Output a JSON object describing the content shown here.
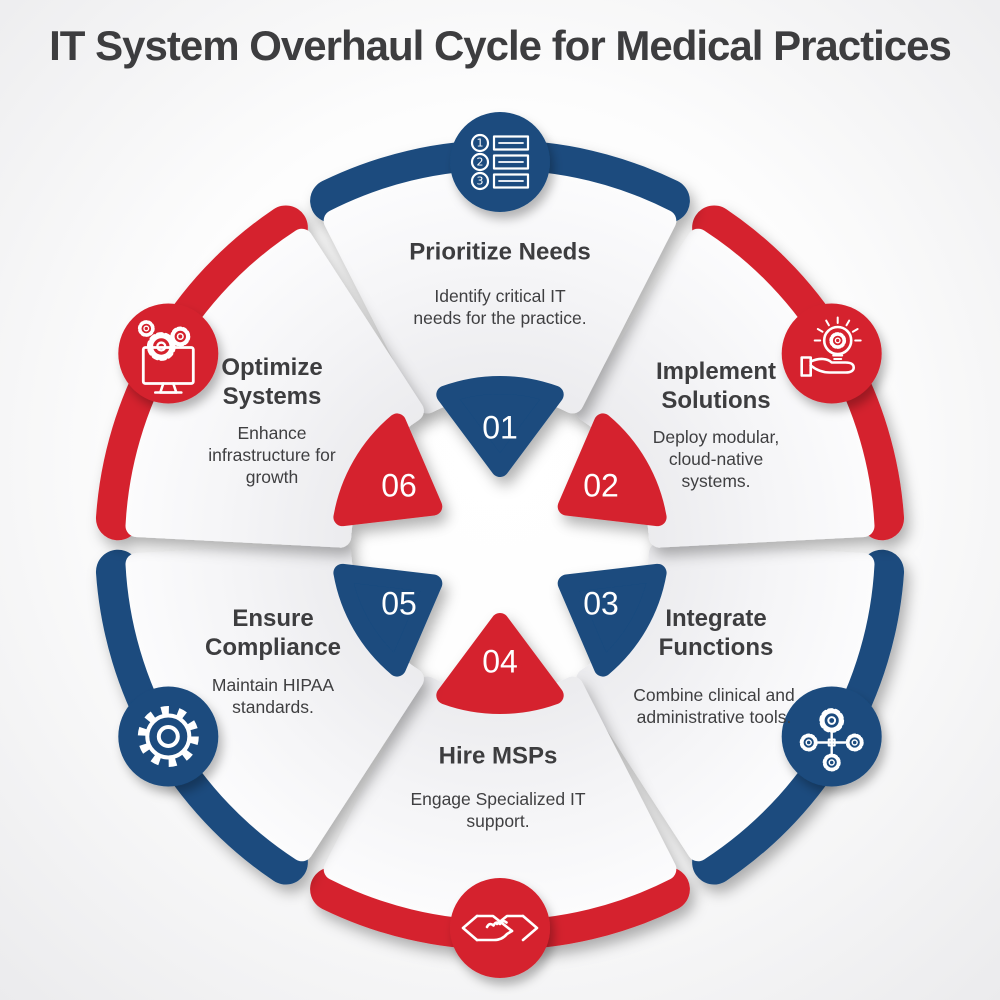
{
  "title": "IT System Overhaul Cycle for Medical Practices",
  "colors": {
    "blue": "#1a4b7e",
    "red": "#d5242e",
    "title_text": "#3d3d3f",
    "body_text": "#3f3f41",
    "card_fill": "#f2f2f4",
    "number_text": "#ffffff"
  },
  "steps": [
    {
      "number": "01",
      "title": "Prioritize Needs",
      "description": "Identify critical IT needs for the practice.",
      "color": "blue",
      "icon": "numbered-list-icon"
    },
    {
      "number": "02",
      "title": "Implement Solutions",
      "description": "Deploy modular, cloud-native systems.",
      "color": "red",
      "icon": "lightbulb-hand-icon"
    },
    {
      "number": "03",
      "title": "Integrate Functions",
      "description": "Combine clinical and administrative tools.",
      "color": "blue",
      "icon": "connected-gears-icon"
    },
    {
      "number": "04",
      "title": "Hire MSPs",
      "description": "Engage Specialized IT support.",
      "color": "red",
      "icon": "handshake-icon"
    },
    {
      "number": "05",
      "title": "Ensure Compliance",
      "description": "Maintain HIPAA standards.",
      "color": "blue",
      "icon": "gear-icon"
    },
    {
      "number": "06",
      "title": "Optimize Systems",
      "description": "Enhance infrastructure for growth",
      "color": "red",
      "icon": "monitor-gears-icon"
    }
  ]
}
